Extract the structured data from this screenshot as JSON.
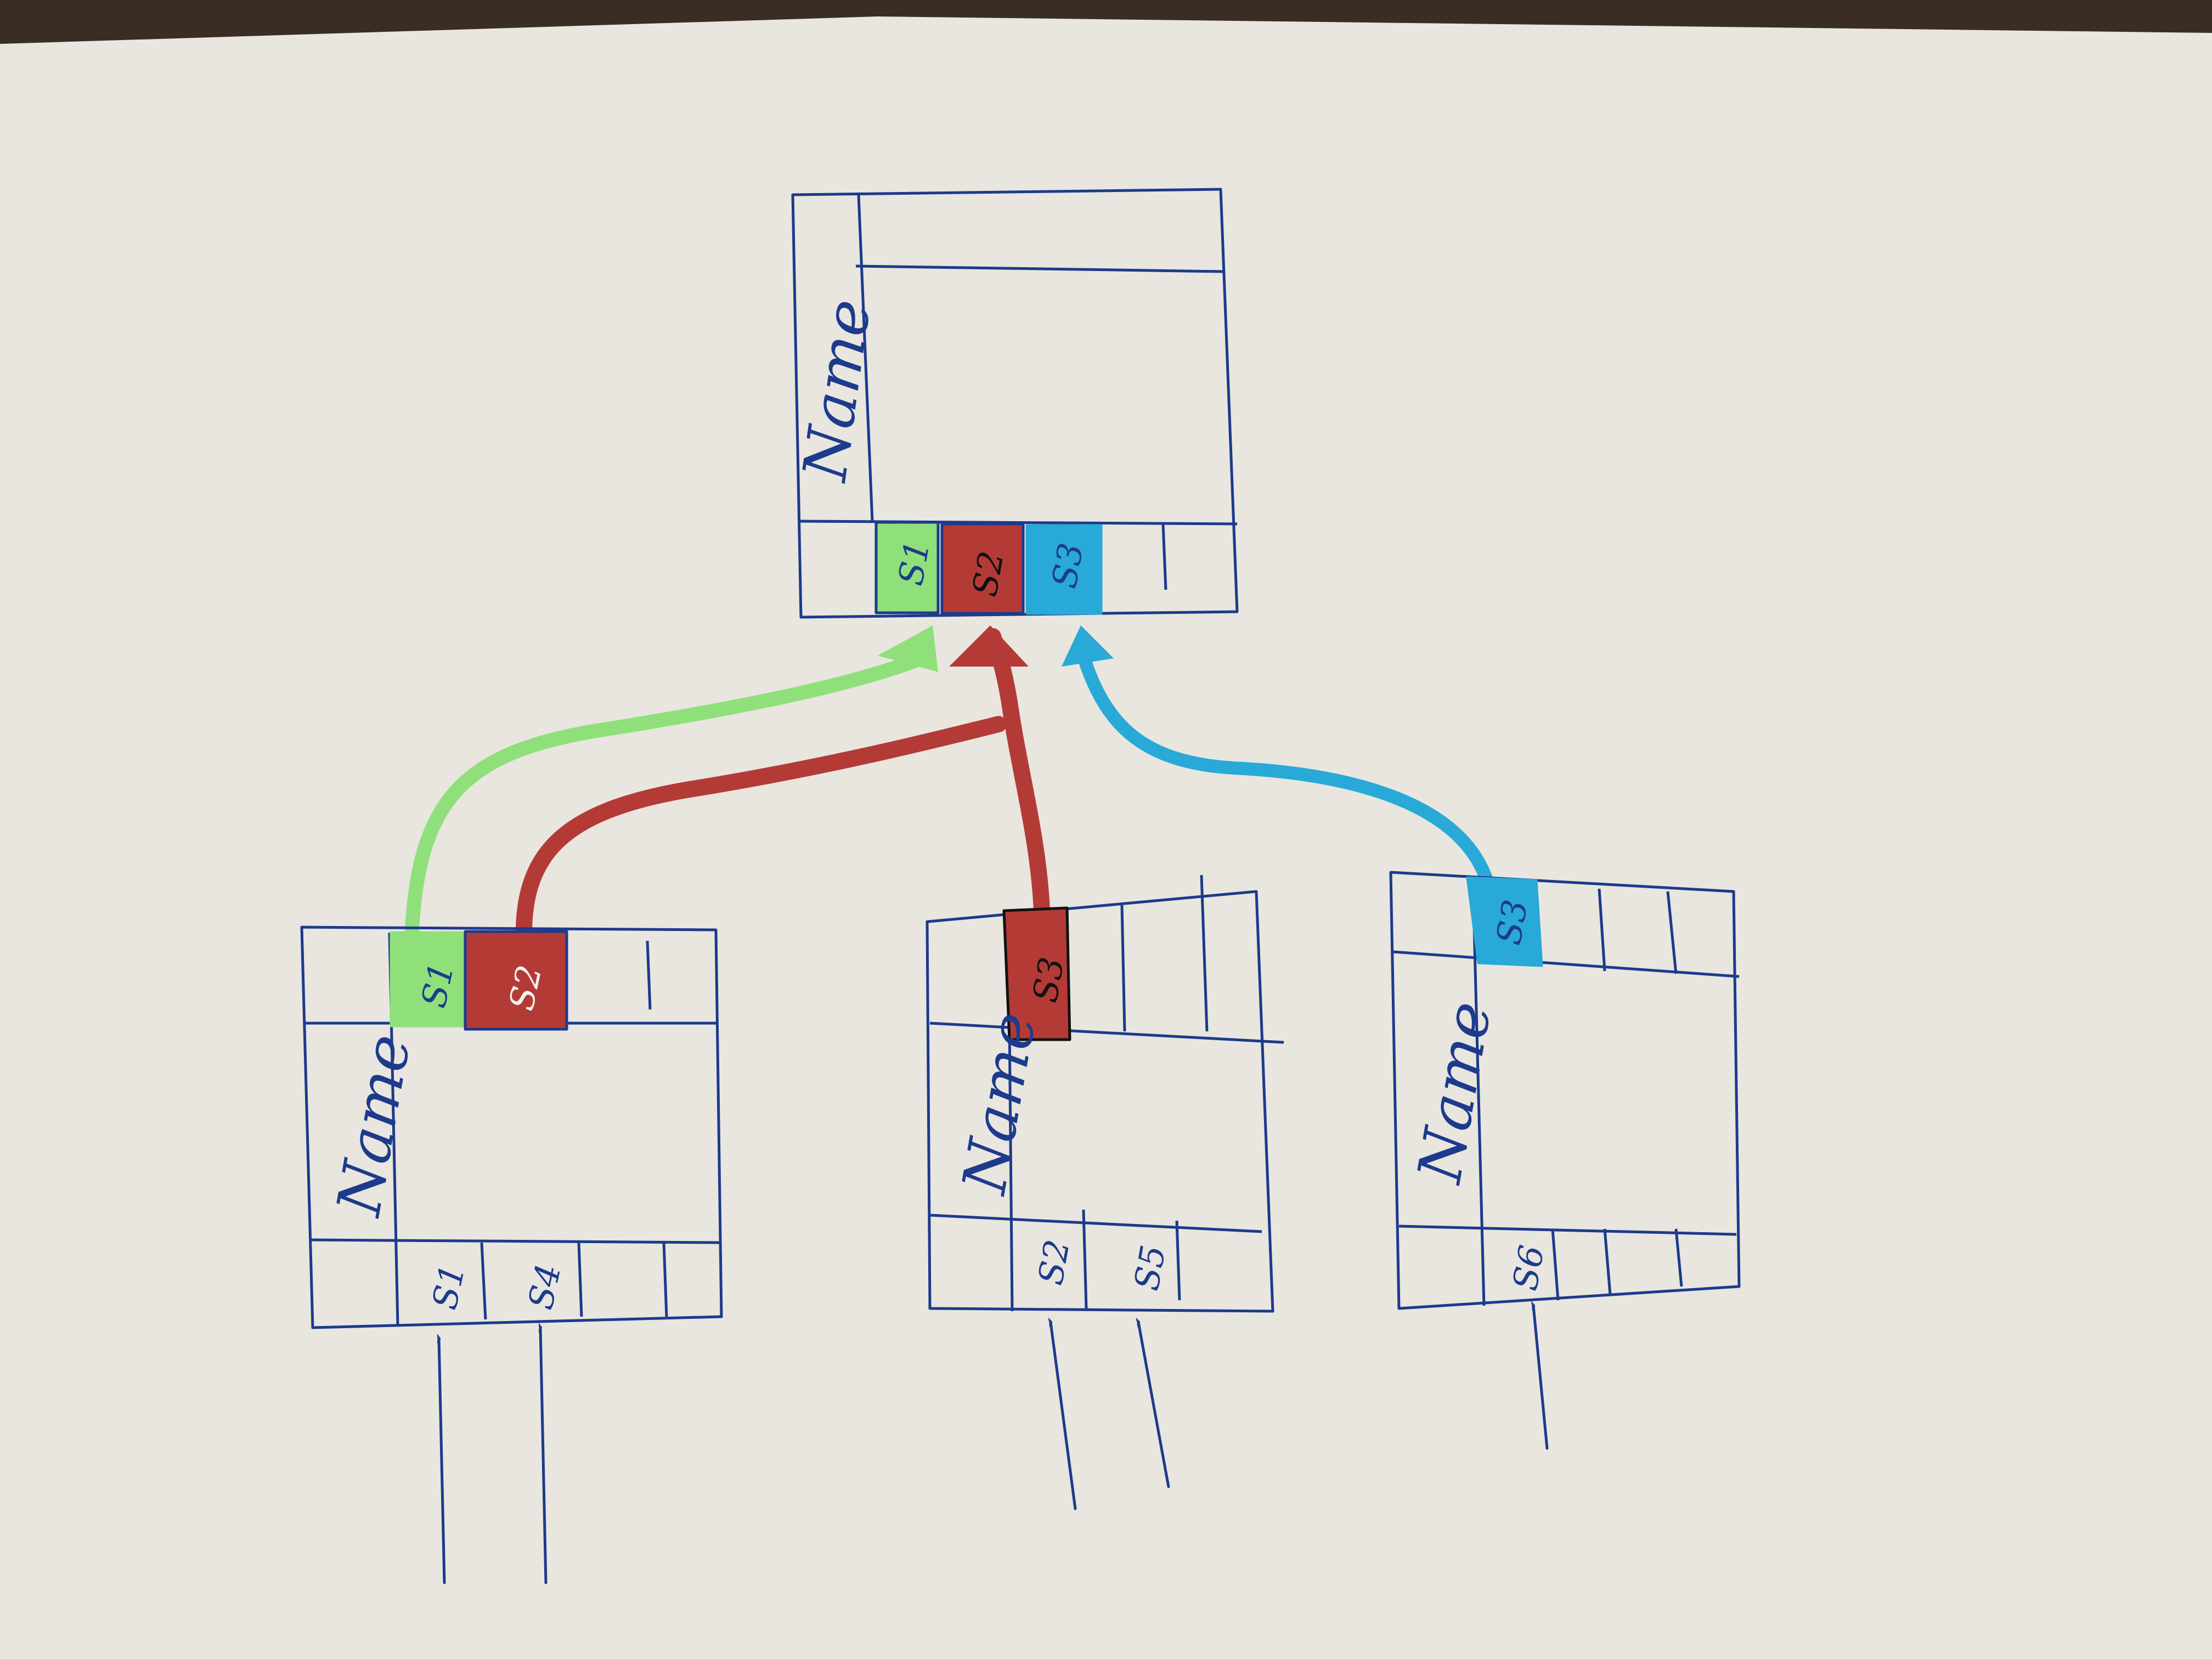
{
  "colors": {
    "paper": "#e9e7e1",
    "ink": "#1d3a8c",
    "green": "#8fe07a",
    "red": "#b43a36",
    "blue": "#29a9d8"
  },
  "nodes": {
    "top": {
      "name": "Name",
      "cells": [
        {
          "label": "S1",
          "color": "green"
        },
        {
          "label": "S2",
          "color": "red"
        },
        {
          "label": "S3",
          "color": "blue"
        },
        {
          "label": "",
          "color": ""
        },
        {
          "label": "",
          "color": ""
        }
      ]
    },
    "left": {
      "name": "Name",
      "top_cells": [
        {
          "label": "S1",
          "color": "green"
        },
        {
          "label": "S2",
          "color": "red"
        },
        {
          "label": "",
          "color": ""
        },
        {
          "label": "",
          "color": ""
        }
      ],
      "bottom_cells": [
        {
          "label": "S1"
        },
        {
          "label": "S4"
        },
        {
          "label": ""
        },
        {
          "label": ""
        }
      ]
    },
    "middle": {
      "name": "Name",
      "top_cells": [
        {
          "label": "S3",
          "color": "red"
        },
        {
          "label": "",
          "color": ""
        },
        {
          "label": "",
          "color": ""
        }
      ],
      "bottom_cells": [
        {
          "label": "S2"
        },
        {
          "label": "S5"
        },
        {
          "label": ""
        }
      ]
    },
    "right": {
      "name": "Name",
      "top_cells": [
        {
          "label": "S3",
          "color": "blue"
        },
        {
          "label": "",
          "color": ""
        },
        {
          "label": "",
          "color": ""
        }
      ],
      "bottom_cells": [
        {
          "label": "S6"
        },
        {
          "label": ""
        },
        {
          "label": ""
        }
      ]
    }
  },
  "edges": [
    {
      "from": "left.S1",
      "to": "top.S1",
      "color": "green"
    },
    {
      "from": "left.S2",
      "to": "top.S2",
      "color": "red"
    },
    {
      "from": "middle.S3",
      "to": "top.S2",
      "color": "red"
    },
    {
      "from": "right.S3",
      "to": "top.S3",
      "color": "blue"
    }
  ],
  "input_arrows": [
    {
      "target": "left.S1"
    },
    {
      "target": "left.S4"
    },
    {
      "target": "middle.S2"
    },
    {
      "target": "middle.S5"
    },
    {
      "target": "right.S6"
    }
  ]
}
